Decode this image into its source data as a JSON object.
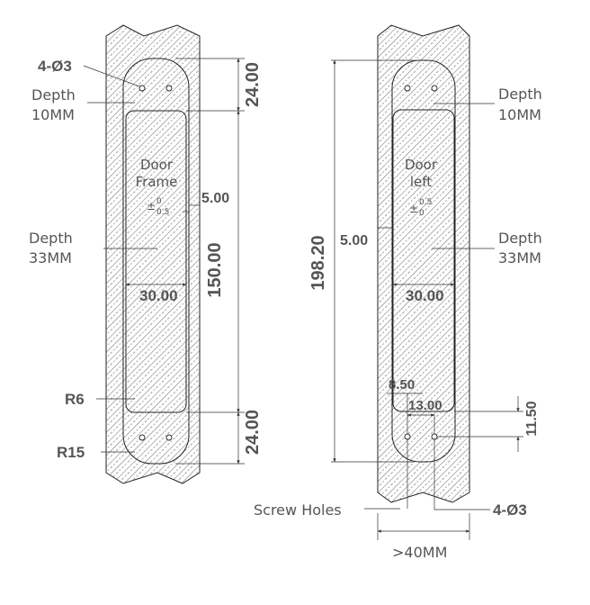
{
  "left_drawing": {
    "hole_callout": "4-Ø3",
    "depth_top_word": "Depth",
    "depth_top_value": "10MM",
    "title_line1": "Door",
    "title_line2": "Frame",
    "tol_upper": "0",
    "tol_lower": "0.5",
    "depth_mid_word": "Depth",
    "depth_mid_value": "33MM",
    "dim_top": "24.00",
    "dim_middle": "150.00",
    "dim_bottom": "24.00",
    "dim_offset": "5.00",
    "dim_width": "30.00",
    "radius_small": "R6",
    "radius_large": "R15"
  },
  "right_drawing": {
    "depth_top_word": "Depth",
    "depth_top_value": "10MM",
    "title_line1": "Door",
    "title_line2": "left",
    "tol_upper": "0.5",
    "tol_lower": "0",
    "depth_mid_word": "Depth",
    "depth_mid_value": "33MM",
    "dim_total": "198.20",
    "dim_offset": "5.00",
    "dim_width": "30.00",
    "dim_hole_edge": "8.50",
    "dim_hole_spacing": "13.00",
    "dim_hole_height": "11.50",
    "screw_holes_label": "Screw Holes",
    "hole_callout": "4-Ø3",
    "thickness_label": ">40MM"
  }
}
